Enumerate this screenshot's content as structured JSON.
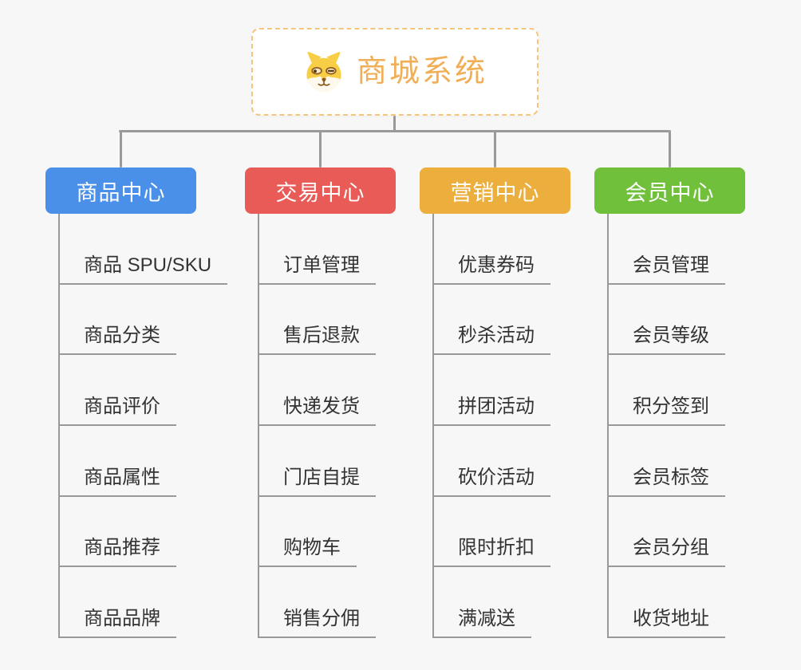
{
  "root": {
    "title": "商城系统",
    "icon": "dog-face-icon",
    "title_color": "#F0AE56",
    "border_color": "#F5C57C"
  },
  "connector_color": "#999999",
  "branches": [
    {
      "label": "商品中心",
      "color": "#4A90E8",
      "children": [
        "商品 SPU/SKU",
        "商品分类",
        "商品评价",
        "商品属性",
        "商品推荐",
        "商品品牌"
      ]
    },
    {
      "label": "交易中心",
      "color": "#E85B57",
      "children": [
        "订单管理",
        "售后退款",
        "快递发货",
        "门店自提",
        "购物车",
        "销售分佣"
      ]
    },
    {
      "label": "营销中心",
      "color": "#ECAE3D",
      "children": [
        "优惠券码",
        "秒杀活动",
        "拼团活动",
        "砍价活动",
        "限时折扣",
        "满减送"
      ]
    },
    {
      "label": "会员中心",
      "color": "#70C03C",
      "children": [
        "会员管理",
        "会员等级",
        "积分签到",
        "会员标签",
        "会员分组",
        "收货地址"
      ]
    }
  ]
}
